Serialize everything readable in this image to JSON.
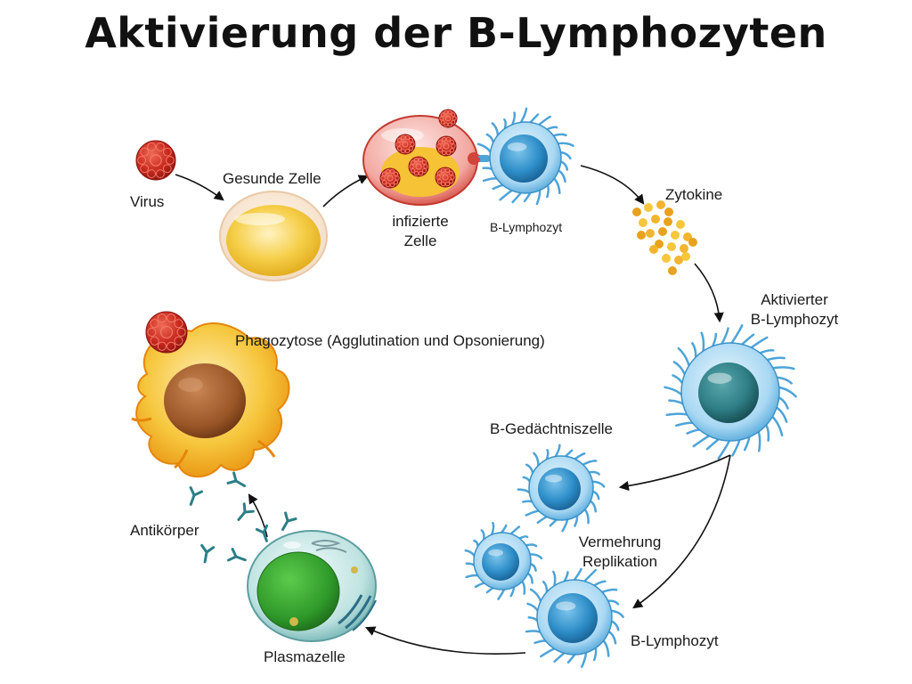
{
  "title": "Aktivierung der B-Lymphozyten",
  "labels": {
    "virus": "Virus",
    "healthy_cell": "Gesunde Zelle",
    "infected_cell_line1": "infizierte",
    "infected_cell_line2": "Zelle",
    "b_lymphocyte_top": "B-Lymphozyt",
    "cytokines": "Zytokine",
    "activated_line1": "Aktivierter",
    "activated_line2": "B-Lymphozyt",
    "memory_cell": "B-Gedächtniszelle",
    "replication_line1": "Vermehrung",
    "replication_line2": "Replikation",
    "b_lymphocyte_bottom": "B-Lymphozyt",
    "plasma_cell": "Plasmazelle",
    "antibodies": "Antikörper",
    "phagocytosis": "Phagozytose (Agglutination und Opsonierung)"
  },
  "colors": {
    "virus_red": "#c8281e",
    "healthy_yellow": "#f4c53a",
    "lymphocyte_blue": "#2f8fc9",
    "activated_teal": "#2f7f86",
    "plasma_green": "#2f9a2a",
    "macrophage_orange": "#f0a21a",
    "nucleus_brown": "#9a5626",
    "antibody_teal": "#2b7f86",
    "arrow": "#111111"
  }
}
